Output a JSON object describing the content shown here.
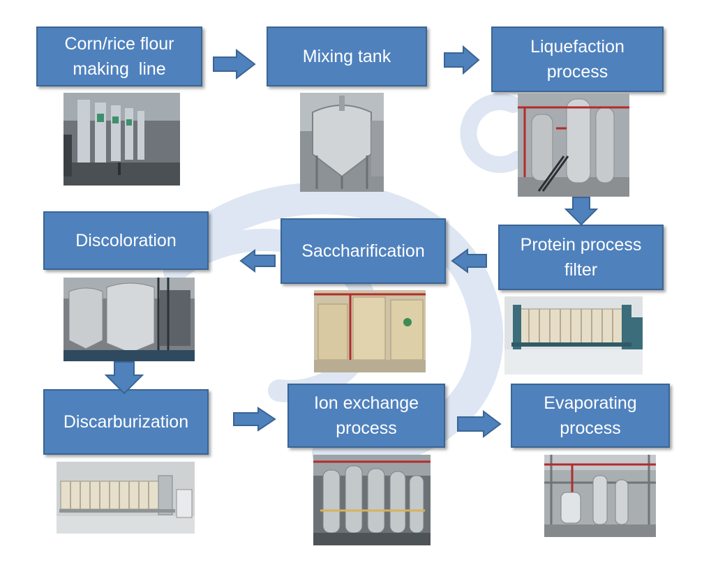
{
  "steps": [
    {
      "id": "corn-rice-flour",
      "lines": [
        "Corn/rice flour",
        "making  line"
      ]
    },
    {
      "id": "mixing-tank",
      "lines": [
        "Mixing tank"
      ]
    },
    {
      "id": "liquefaction",
      "lines": [
        "Liquefaction",
        "process"
      ]
    },
    {
      "id": "protein-filter",
      "lines": [
        "Protein process",
        "filter"
      ]
    },
    {
      "id": "saccharification",
      "lines": [
        "Saccharification"
      ]
    },
    {
      "id": "discoloration",
      "lines": [
        "Discoloration"
      ]
    },
    {
      "id": "discarburization",
      "lines": [
        "Discarburization"
      ]
    },
    {
      "id": "ion-exchange",
      "lines": [
        "Ion exchange",
        "process"
      ]
    },
    {
      "id": "evaporating",
      "lines": [
        "Evaporating",
        "process"
      ]
    }
  ],
  "colors": {
    "box_fill": "#4f81bd",
    "box_border": "#3a6593",
    "box_text": "#ffffff",
    "arrow_fill": "#4f81bd",
    "watermark": "#dbe4f1"
  }
}
